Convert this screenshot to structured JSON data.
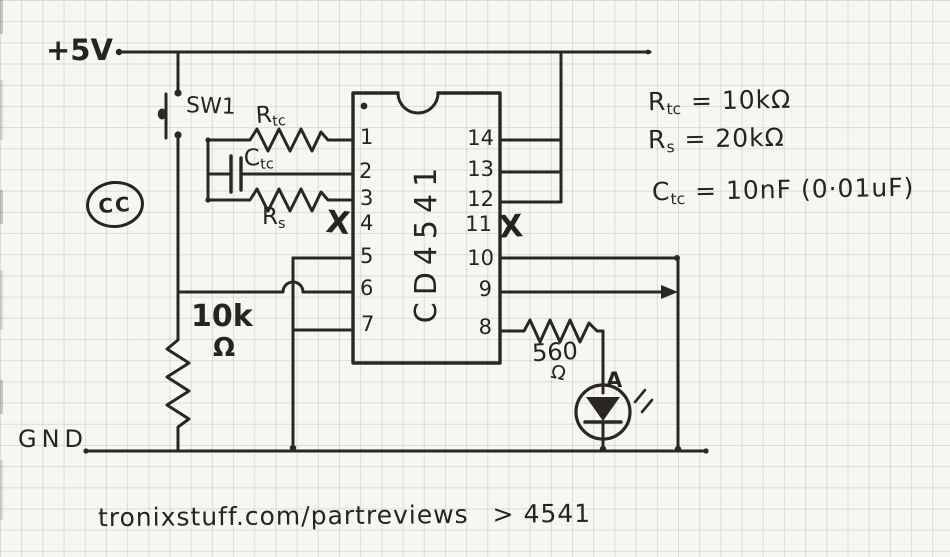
{
  "colors": {
    "ink": "#2a2723",
    "paper": "#f7f6f1",
    "grid": "#cdd2d8"
  },
  "labels": {
    "vcc": "+5V",
    "gnd": "GND",
    "switch": "SW1",
    "cc_badge": "CC",
    "rtc": {
      "base": "R",
      "sub": "tc"
    },
    "ctc": {
      "base": "C",
      "sub": "tc"
    },
    "rs": {
      "base": "R",
      "sub": "s"
    },
    "pullup_value": "10k",
    "pullup_unit": "Ω",
    "led_resistor_value": "560",
    "led_resistor_unit": "Ω",
    "led_anode": "A"
  },
  "ic": {
    "part": "CD4541",
    "pins_left": [
      "1",
      "2",
      "3",
      "4",
      "5",
      "6",
      "7"
    ],
    "pins_right": [
      "14",
      "13",
      "12",
      "11",
      "10",
      "9",
      "8"
    ],
    "unused_mark": "X"
  },
  "annotations": [
    {
      "base": "R",
      "sub": "tc",
      "text": "= 10kΩ"
    },
    {
      "base": "R",
      "sub": "s",
      "text": "= 20kΩ"
    },
    {
      "base": "C",
      "sub": "tc",
      "text": "= 10nF (0·01uF)"
    }
  ],
  "footer": {
    "site": "tronixstuff.com/partreviews",
    "search": "> 4541"
  }
}
